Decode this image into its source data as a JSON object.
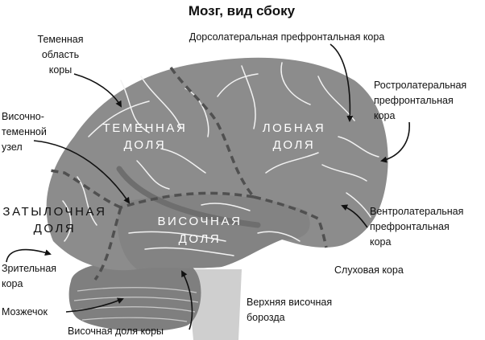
{
  "title": "Мозг, вид сбоку",
  "lobes": {
    "parietal": [
      "ТЕМЕННАЯ",
      "ДОЛЯ"
    ],
    "frontal": [
      "ЛОБНАЯ",
      "ДОЛЯ"
    ],
    "occipital": [
      "ЗАТЫЛОЧНАЯ",
      "ДОЛЯ"
    ],
    "temporal": [
      "ВИСОЧНАЯ",
      "ДОЛЯ"
    ]
  },
  "labels": {
    "parietal_cortex": [
      "Теменная",
      "область",
      "коры"
    ],
    "dlpfc": "Дорсолатеральная префронтальная кора",
    "rlpfc": [
      "Ростролатеральная",
      "префронтальная",
      "кора"
    ],
    "tpj": [
      "Височно-",
      "теменной",
      "узел"
    ],
    "vlpfc": [
      "Вентролатеральная",
      "префронтальная",
      "кора"
    ],
    "auditory": "Слуховая кора",
    "visual": [
      "Зрительная",
      "кора"
    ],
    "cerebellum": "Мозжечок",
    "temporal_cortex": "Височная доля коры",
    "sts": [
      "Верхняя височная",
      "борозда"
    ]
  },
  "colors": {
    "brain": "#8c8c8c",
    "brain_shade": "#7a7a7a",
    "sulcus": "#f2f2f2",
    "cerebellum": "#7f7f7f",
    "stem": "#cfcfcf",
    "dashed": "#505050",
    "text": "#111111"
  }
}
